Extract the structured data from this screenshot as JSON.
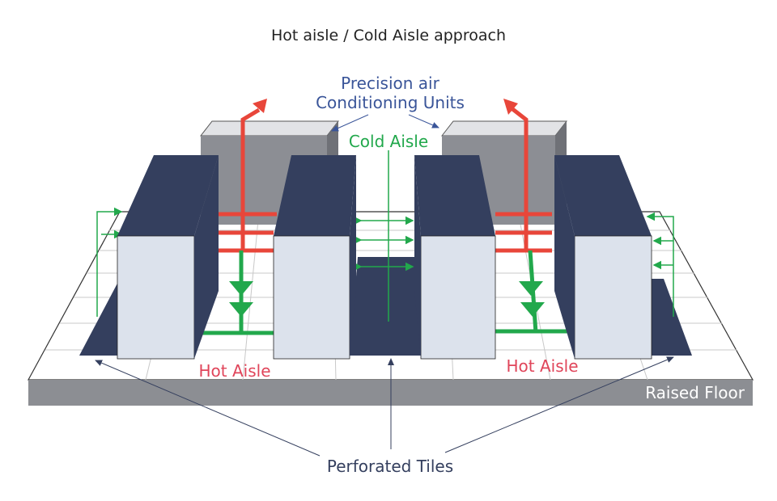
{
  "title": "Hot aisle / Cold Aisle approach",
  "labels": {
    "precision_line1": "Precision air",
    "precision_line2": "Conditioning Units",
    "cold_aisle": "Cold Aisle",
    "hot_aisle_left": "Hot Aisle",
    "hot_aisle_right": "Hot Aisle",
    "raised_floor": "Raised Floor",
    "perforated_tiles": "Perforated Tiles"
  },
  "colors": {
    "rack_top": "#343f5e",
    "rack_front": "#dce2ec",
    "crac_body": "#8c8e94",
    "crac_top": "#e2e3e6",
    "floor_slab": "#8c8e93",
    "grid_line": "#c8c8c8",
    "hot_air": "#e8463a",
    "cold_air": "#22a84c",
    "label_blue": "#3a5599",
    "label_green": "#22a84c",
    "label_red": "#e0455a",
    "pointer": "#343f5e"
  },
  "icons": {
    "hot_flow": "red-arrow",
    "cold_flow": "green-arrow"
  }
}
